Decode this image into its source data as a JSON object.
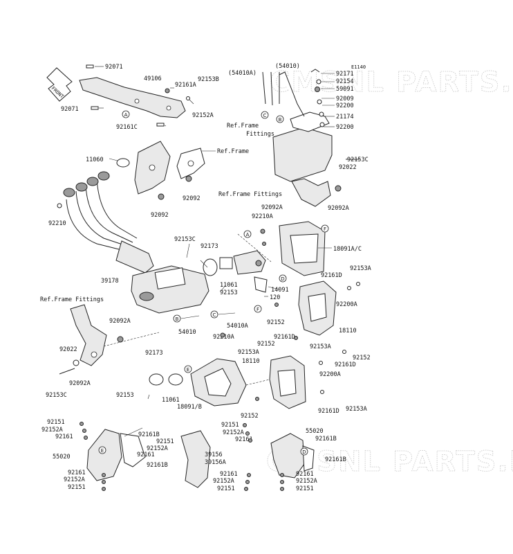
{
  "diagram_code": "E1140",
  "watermark": "CMSNL PARTS.NET",
  "front_label": "FRONT",
  "callouts": {
    "a": "A",
    "b": "B",
    "c": "C",
    "d": "D",
    "e": "E",
    "f": "F"
  },
  "labels": {
    "p92071_top": "92071",
    "p49106": "49106",
    "p92161a": "92161A",
    "p92153b": "92153B",
    "p92071_bot": "92071",
    "p92152a_top": "92152A",
    "p92161c": "92161C",
    "p54010a_top": "(54010A)",
    "p54010_top": "(54010)",
    "p92171": "92171",
    "p92154": "92154",
    "p59091": "59091",
    "p92009": "92009",
    "p92200_a": "92200",
    "p21174": "21174",
    "p92200_b": "92200",
    "ref_frame_fittings_top_1": "Ref.Frame",
    "ref_frame_fittings_top_2": "Fittings",
    "p11060": "11060",
    "ref_frame": "Ref.Frame",
    "p92153c_right": "92153C",
    "p92022_right": "92022",
    "ref_frame_fittings_mid": "Ref.Frame Fittings",
    "p92092_mid": "92092",
    "p92092_left": "92092",
    "p92092a_right": "92092A",
    "p92092a_mid": "92092A",
    "p92210a_mid": "92210A",
    "p92210": "92210",
    "p92153c_mid": "92153C",
    "p92173_mid": "92173",
    "p18091ac": "18091A/C",
    "p39178": "39178",
    "p11061_mid": "11061",
    "p92153_mid": "92153",
    "p14091": "14091",
    "p120": "120",
    "p92153a_r1": "92153A",
    "p92161d_r1": "92161D",
    "p92200a_r1": "92200A",
    "ref_frame_fittings_left": "Ref.Frame Fittings",
    "p92092a_left": "92092A",
    "p54010": "54010",
    "p54010a": "54010A",
    "p92152_mid": "92152",
    "p18110_top": "18110",
    "p92210a_low": "92210A",
    "p92161d_low": "92161D",
    "p92152_low": "92152",
    "p92153a_low": "92153A",
    "p92153a_low2": "92153A",
    "p92152_r2": "92152",
    "p92161d_r2": "92161D",
    "p18110_low": "18110",
    "p92022_left": "92022",
    "p92173_low": "92173",
    "p92092a_leftlow": "92092A",
    "p92153c_left": "92153C",
    "p92200a_r2": "92200A",
    "p92153_low": "92153",
    "p11061_low": "11061",
    "p18091b": "18091/B",
    "p92161d_r3": "92161D",
    "p92153a_r3": "92153A",
    "p92152_bot": "92152",
    "p92151_l1": "92151",
    "p92152a_l1": "92152A",
    "p92161_l1": "92161",
    "p92161b_l1": "92161B",
    "p92151_l2": "92151",
    "p92152a_l2": "92152A",
    "p92161_l2": "92161",
    "p55020_left": "55020",
    "p92161b_l2": "92161B",
    "p92161_l3": "92161",
    "p92152a_l3": "92152A",
    "p92151_l3": "92151",
    "p92151_c1": "92151",
    "p92152a_c1": "92152A",
    "p92161_c1": "92161",
    "p39156": "39156",
    "p39156a": "39156A",
    "p92161_c2": "92161",
    "p92152a_c2": "92152A",
    "p92151_c2": "92151",
    "p55020_right": "55020",
    "p92161b_r1": "92161B",
    "p92161b_r2": "92161B",
    "p92161_r3": "92161",
    "p92152a_r3": "92152A",
    "p92151_r3": "92151"
  }
}
